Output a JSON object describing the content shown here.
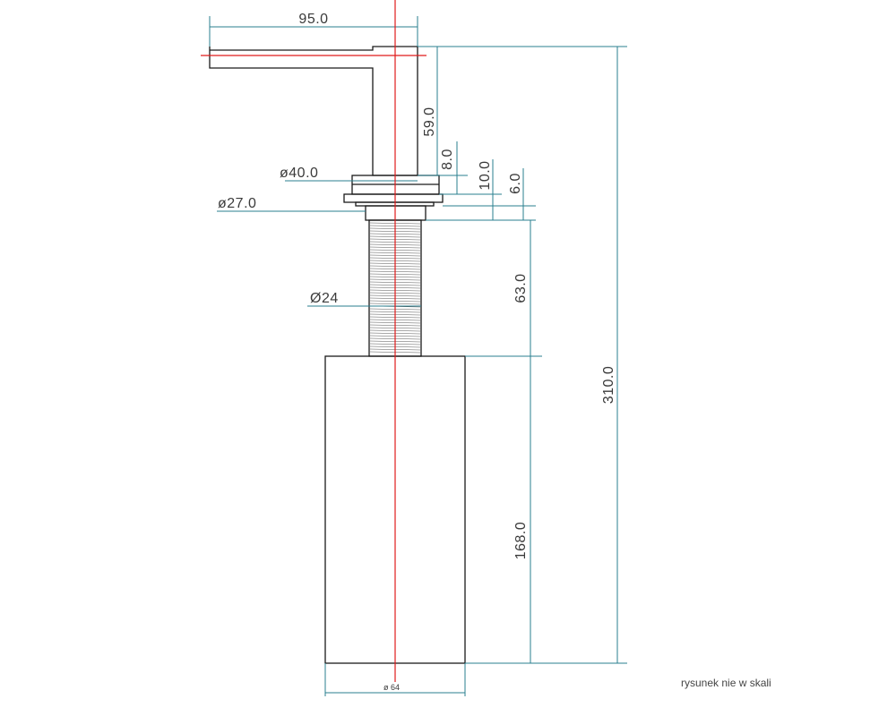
{
  "drawing": {
    "dimensions": {
      "spout_length": "95.0",
      "spout_height": "59.0",
      "collar_height": "8.0",
      "flange_total_height": "10.0",
      "flange_height": "6.0",
      "collar_diameter": "ø40.0",
      "flange_diameter": "ø27.0",
      "thread_diameter": "Ø24",
      "thread_length": "63.0",
      "total_height": "310.0",
      "bottle_height": "168.0",
      "bottle_diameter": "ø 64"
    },
    "note": "rysunek nie w skali",
    "colors": {
      "outline": "#1a1a1a",
      "dimension": "#2a7f8f",
      "axis": "#e01a1a"
    }
  }
}
